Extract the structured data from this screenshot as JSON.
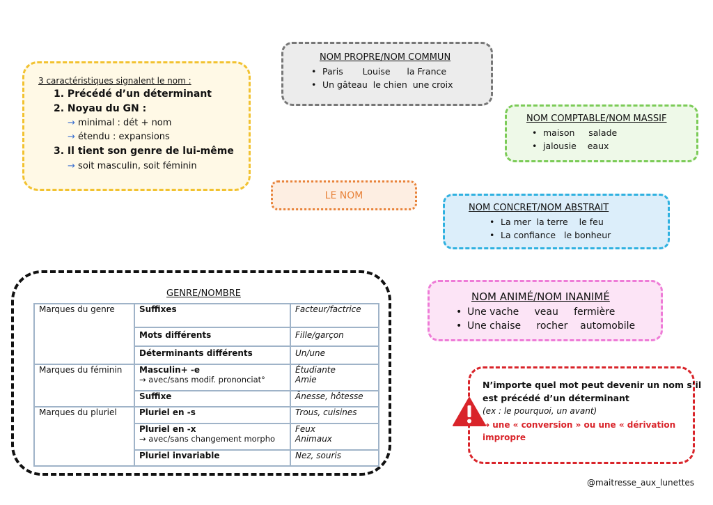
{
  "caracteristiques": {
    "intro": "3 caractéristiques signalent le nom :",
    "item1": "1. Précédé d’un déterminant",
    "item2": "2. Noyau du GN :",
    "item2_a": "minimal : dét + nom",
    "item2_b": "étendu : expansions",
    "item3": "3. Il tient son genre de lui-même",
    "item3_a": "soit masculin, soit féminin",
    "arrow": "→"
  },
  "propre_commun": {
    "title": "NOM PROPRE/NOM COMMUN",
    "line1": "Paris       Louise      la France",
    "line2": "Un gâteau  le chien  une croix"
  },
  "comptable_massif": {
    "title": "NOM COMPTABLE/NOM MASSIF",
    "line1": "maison     salade",
    "line2": "jalousie    eaux"
  },
  "le_nom": "LE NOM",
  "concret_abstrait": {
    "title": "NOM CONCRET/NOM ABSTRAIT",
    "line1": "La mer  la terre    le feu",
    "line2": "La confiance   le bonheur"
  },
  "anime_inanime": {
    "title": "NOM ANIMÉ/NOM INANIMÉ",
    "line1": "Une vache     veau     fermière",
    "line2": "Une chaise     rocher    automobile"
  },
  "conversion": {
    "line1": "N’importe quel mot peut devenir un nom s’il",
    "line2": "est précédé d’un déterminant",
    "example": "(ex : le pourquoi, un avant)",
    "arrow_line1": "→ une « conversion » ou une « dérivation",
    "arrow_line2": "impropre"
  },
  "genre_nombre": {
    "title": "GENRE/NOMBRE",
    "rows": {
      "genre_label": "Marques du genre",
      "suffixes": "Suffixes",
      "ex_suffixes": "Facteur/factrice",
      "mots_diff": "Mots différents",
      "ex_mots_diff": "Fille/garçon",
      "det_diff": "Déterminants différents",
      "ex_det_diff": "Un/une",
      "feminin_label": "Marques du féminin",
      "masc_e": "Masculin+ -e",
      "masc_e_sub": "→ avec/sans modif. prononciat°",
      "ex_masc_e1": "Étudiante",
      "ex_masc_e2": "Amie",
      "suffixe": "Suffixe",
      "ex_suffixe": "Ânesse, hôtesse",
      "pluriel_label": "Marques du pluriel",
      "pluriel_s": "Pluriel en -s",
      "ex_pluriel_s": "Trous, cuisines",
      "pluriel_x": "Pluriel en -x",
      "pluriel_x_sub": "→ avec/sans changement morpho",
      "ex_pluriel_x1": "Feux",
      "ex_pluriel_x2": "Animaux",
      "invariable": "Pluriel invariable",
      "ex_invariable": "Nez, souris"
    }
  },
  "signature": "@maitresse_aux_lunettes",
  "colors": {
    "yellow": "#f2c230",
    "gray": "#777777",
    "green": "#7bcb57",
    "orange": "#e8833a",
    "blue": "#2fb1e0",
    "pink": "#ee7bd7",
    "red": "#d9242a",
    "black": "#111111"
  },
  "icons": {
    "warning": "warning-icon"
  }
}
